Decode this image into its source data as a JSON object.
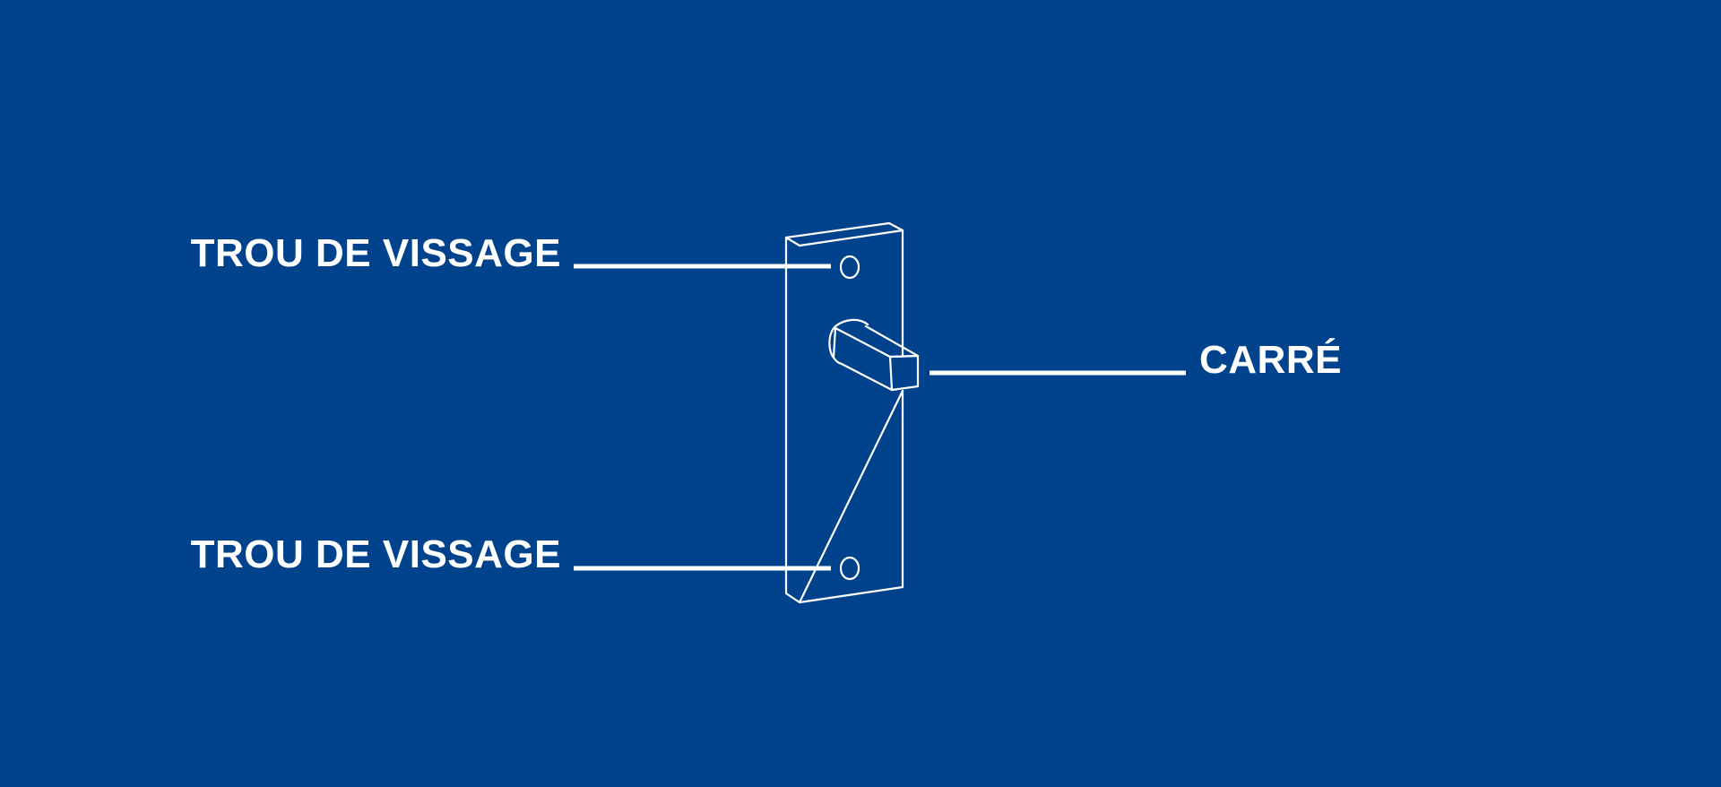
{
  "diagram": {
    "labels": {
      "top_hole": "TROU DE VISSAGE",
      "bottom_hole": "TROU DE VISSAGE",
      "square": "CARRÉ"
    }
  },
  "colors": {
    "background": "#00438C",
    "foreground": "#FFFFFF"
  }
}
